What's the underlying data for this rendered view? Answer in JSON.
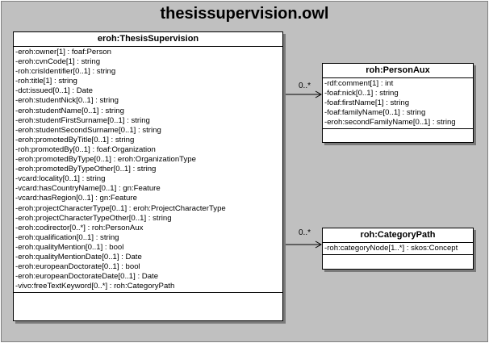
{
  "diagram_title": "thesissupervision.owl",
  "classes": {
    "thesis": {
      "name": "eroh:ThesisSupervision",
      "attributes": [
        "-eroh:owner[1] : foaf:Person",
        "-eroh:cvnCode[1] : string",
        "-roh:crisIdentifier[0..1] : string",
        "-roh:title[1] : string",
        "-dct:issued[0..1] : Date",
        "-eroh:studentNick[0..1] : string",
        "-eroh:studentName[0..1] : string",
        "-eroh:studentFirstSurname[0..1] : string",
        "-eroh:studentSecondSurname[0..1] : string",
        "-eroh:promotedByTitle[0..1] : string",
        "-roh:promotedBy[0..1] : foaf:Organization",
        "-eroh:promotedByType[0..1] : eroh:OrganizationType",
        "-eroh:promotedByTypeOther[0..1] : string",
        "-vcard:locality[0..1] : string",
        "-vcard:hasCountryName[0..1] : gn:Feature",
        "-vcard:hasRegion[0..1] : gn:Feature",
        "-eroh:projectCharacterType[0..1] : eroh:ProjectCharacterType",
        "-eroh:projectCharacterTypeOther[0..1] : string",
        "-eroh:codirector[0..*] : roh:PersonAux",
        "-eroh:qualification[0..1] : string",
        "-eroh:qualityMention[0..1] : bool",
        "-eroh:qualityMentionDate[0..1] : Date",
        "-eroh:europeanDoctorate[0..1] : bool",
        "-eroh:europeanDoctorateDate[0..1] : Date",
        "-vivo:freeTextKeyword[0..*] : roh:CategoryPath"
      ]
    },
    "personaux": {
      "name": "roh:PersonAux",
      "attributes": [
        "-rdf:comment[1] : int",
        "-foaf:nick[0..1] : string",
        "-foaf:firstName[1] : string",
        "-foaf:familyName[0..1] : string",
        "-eroh:secondFamilyName[0..1] : string"
      ]
    },
    "categorypath": {
      "name": "roh:CategoryPath",
      "attributes": [
        "-roh:categoryNode[1..*] : skos:Concept"
      ]
    }
  },
  "associations": [
    {
      "from": "eroh:ThesisSupervision",
      "to": "roh:PersonAux",
      "multiplicity": "0..*"
    },
    {
      "from": "eroh:ThesisSupervision",
      "to": "roh:CategoryPath",
      "multiplicity": "0..*"
    }
  ]
}
